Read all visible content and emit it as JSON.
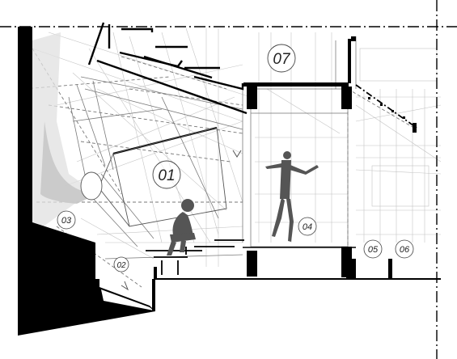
{
  "labels": {
    "l01": "01",
    "l02": "02",
    "l03": "03",
    "l04": "04",
    "l05": "05",
    "l06": "06",
    "l07": "07"
  },
  "colors": {
    "ink": "#000000",
    "line": "#6e6e6e",
    "light": "#bcbcbc",
    "figure": "#555555",
    "veil": "#d6d6d6"
  }
}
